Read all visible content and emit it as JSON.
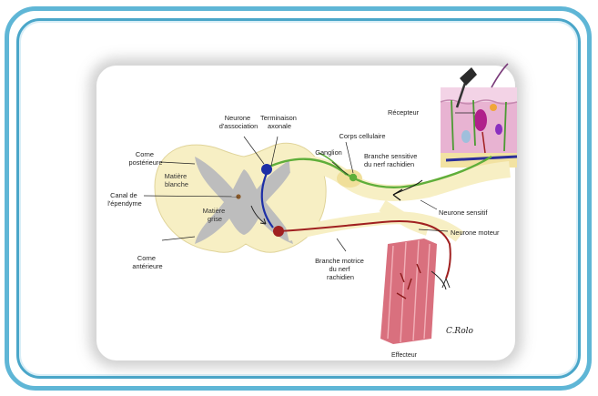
{
  "labels": {
    "corne_posterieure": [
      "Corne",
      "postérieure"
    ],
    "matiere_blanche": [
      "Matière",
      "blanche"
    ],
    "canal_ependyme": [
      "Canal de",
      "l'épendyme"
    ],
    "matiere_grise": [
      "Matière",
      "grise"
    ],
    "corne_anterieure": [
      "Corne",
      "antérieure"
    ],
    "neurone_association": [
      "Neurone",
      "d'association"
    ],
    "terminaison_axonale": [
      "Terminaison",
      "axonale"
    ],
    "ganglion": "Ganglion",
    "corps_cellulaire": "Corps cellulaire",
    "branche_sensitive": [
      "Branche sensitive",
      "du nerf rachidien"
    ],
    "recepteur": "Récepteur",
    "neurone_sensitif": "Neurone sensitif",
    "neurone_moteur": "Neurone moteur",
    "branche_motrice": [
      "Branche motrice",
      "du nerf",
      "rachidien"
    ],
    "effecteur": "Effecteur",
    "signature": "C.Rolo"
  },
  "colors": {
    "frame": "#5fb6d6",
    "white_matter": "#f7efc4",
    "gray_matter": "#bdbdbd",
    "sensory_neuron": "#5fae3a",
    "motor_neuron": "#a02020",
    "association_neuron": "#1d2fa6",
    "muscle": "#d9707e",
    "skin": "#e7b0d4"
  }
}
